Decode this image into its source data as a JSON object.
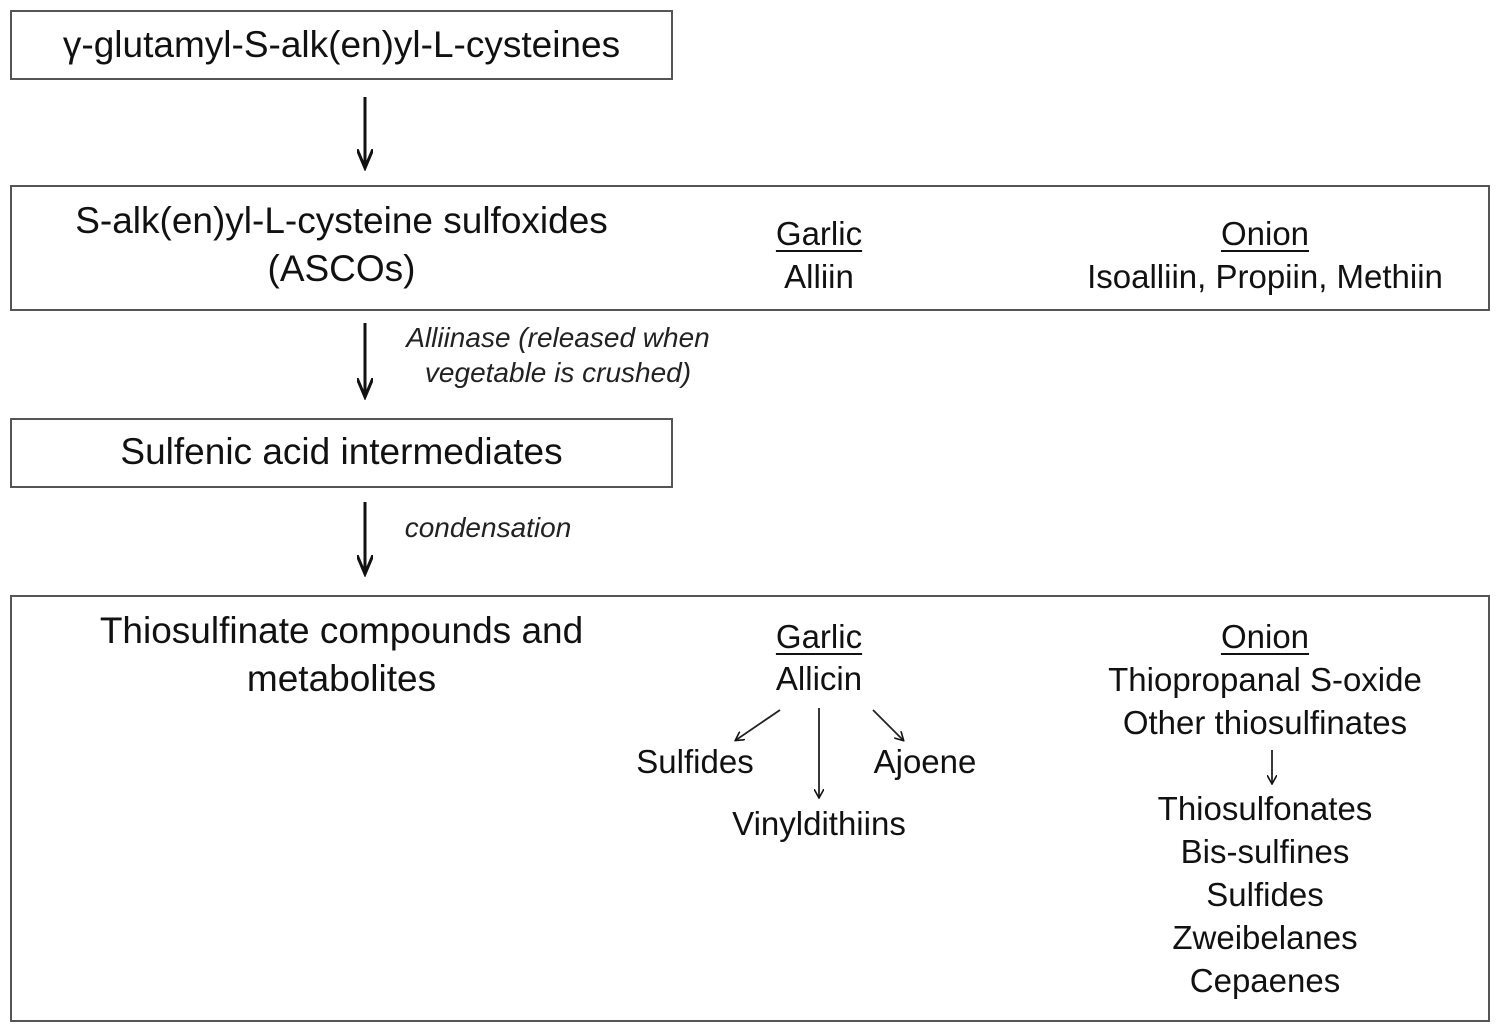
{
  "step1": {
    "label": "γ-glutamyl-S-alk(en)yl-L-cysteines"
  },
  "step2": {
    "label_line1": "S-alk(en)yl-L-cysteine sulfoxides",
    "label_line2": "(ASCOs)",
    "garlic": {
      "heading": "Garlic",
      "items": "Alliin"
    },
    "onion": {
      "heading": "Onion",
      "items": "Isoalliin, Propiin, Methiin"
    }
  },
  "arrow2_label": {
    "line1": "Alliinase (released when",
    "line2": "vegetable is crushed)"
  },
  "step3": {
    "label": "Sulfenic acid intermediates"
  },
  "arrow3_label": "condensation",
  "step4": {
    "label_line1": "Thiosulfinate compounds and",
    "label_line2": "metabolites",
    "garlic": {
      "heading": "Garlic",
      "source": "Allicin",
      "products": {
        "left": "Sulfides",
        "center": "Vinyldithiins",
        "right": "Ajoene"
      }
    },
    "onion": {
      "heading": "Onion",
      "sources": [
        "Thiopropanal S-oxide",
        "Other thiosulfinates"
      ],
      "products": [
        "Thiosulfonates",
        "Bis-sulfines",
        "Sulfides",
        "Zweibelanes",
        "Cepaenes"
      ]
    }
  }
}
